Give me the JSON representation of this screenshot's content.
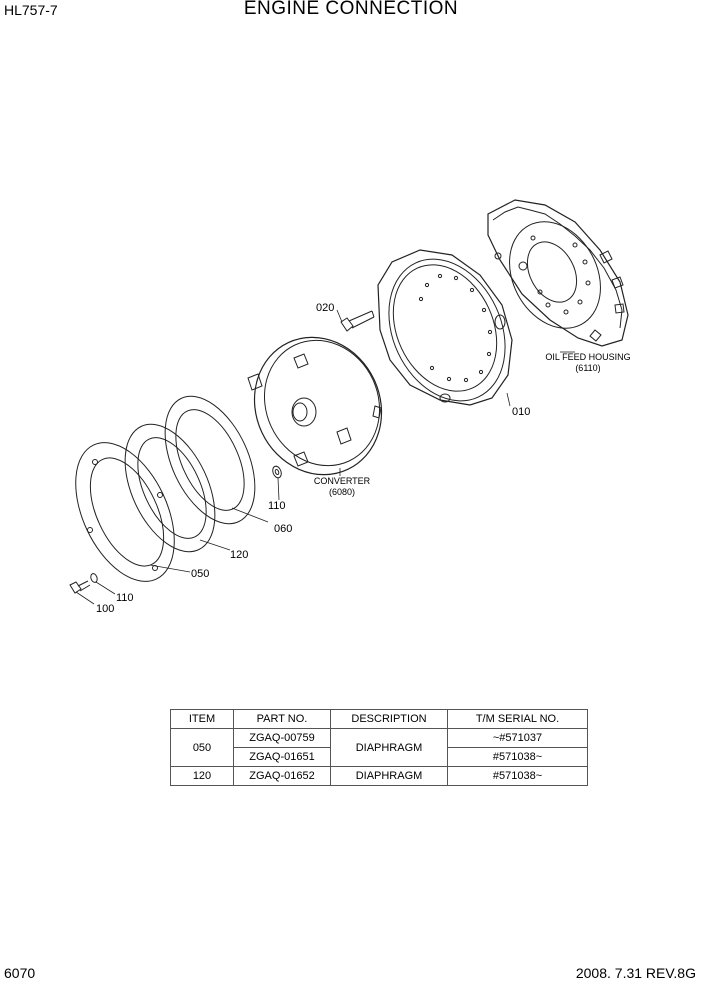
{
  "header": {
    "model": "HL757-7",
    "title": "ENGINE CONNECTION"
  },
  "footer": {
    "page_no": "6070",
    "date_rev": "2008. 7.31  REV.8G"
  },
  "callouts": {
    "c020": "020",
    "c010": "010",
    "c110a": "110",
    "c060": "060",
    "c120": "120",
    "c050": "050",
    "c110b": "110",
    "c100": "100"
  },
  "assemblies": {
    "oil_feed_housing": {
      "name": "OIL FEED HOUSING",
      "ref": "(6110)"
    },
    "converter": {
      "name": "CONVERTER",
      "ref": "(6080)"
    }
  },
  "parts_table": {
    "headers": [
      "ITEM",
      "PART NO.",
      "DESCRIPTION",
      "T/M SERIAL NO."
    ],
    "rows": [
      {
        "item": "050",
        "parts": [
          {
            "part_no": "ZGAQ-00759",
            "serial": "~#571037"
          },
          {
            "part_no": "ZGAQ-01651",
            "serial": "#571038~"
          }
        ],
        "description": "DIAPHRAGM"
      },
      {
        "item": "120",
        "parts": [
          {
            "part_no": "ZGAQ-01652",
            "serial": "#571038~"
          }
        ],
        "description": "DIAPHRAGM"
      }
    ]
  }
}
